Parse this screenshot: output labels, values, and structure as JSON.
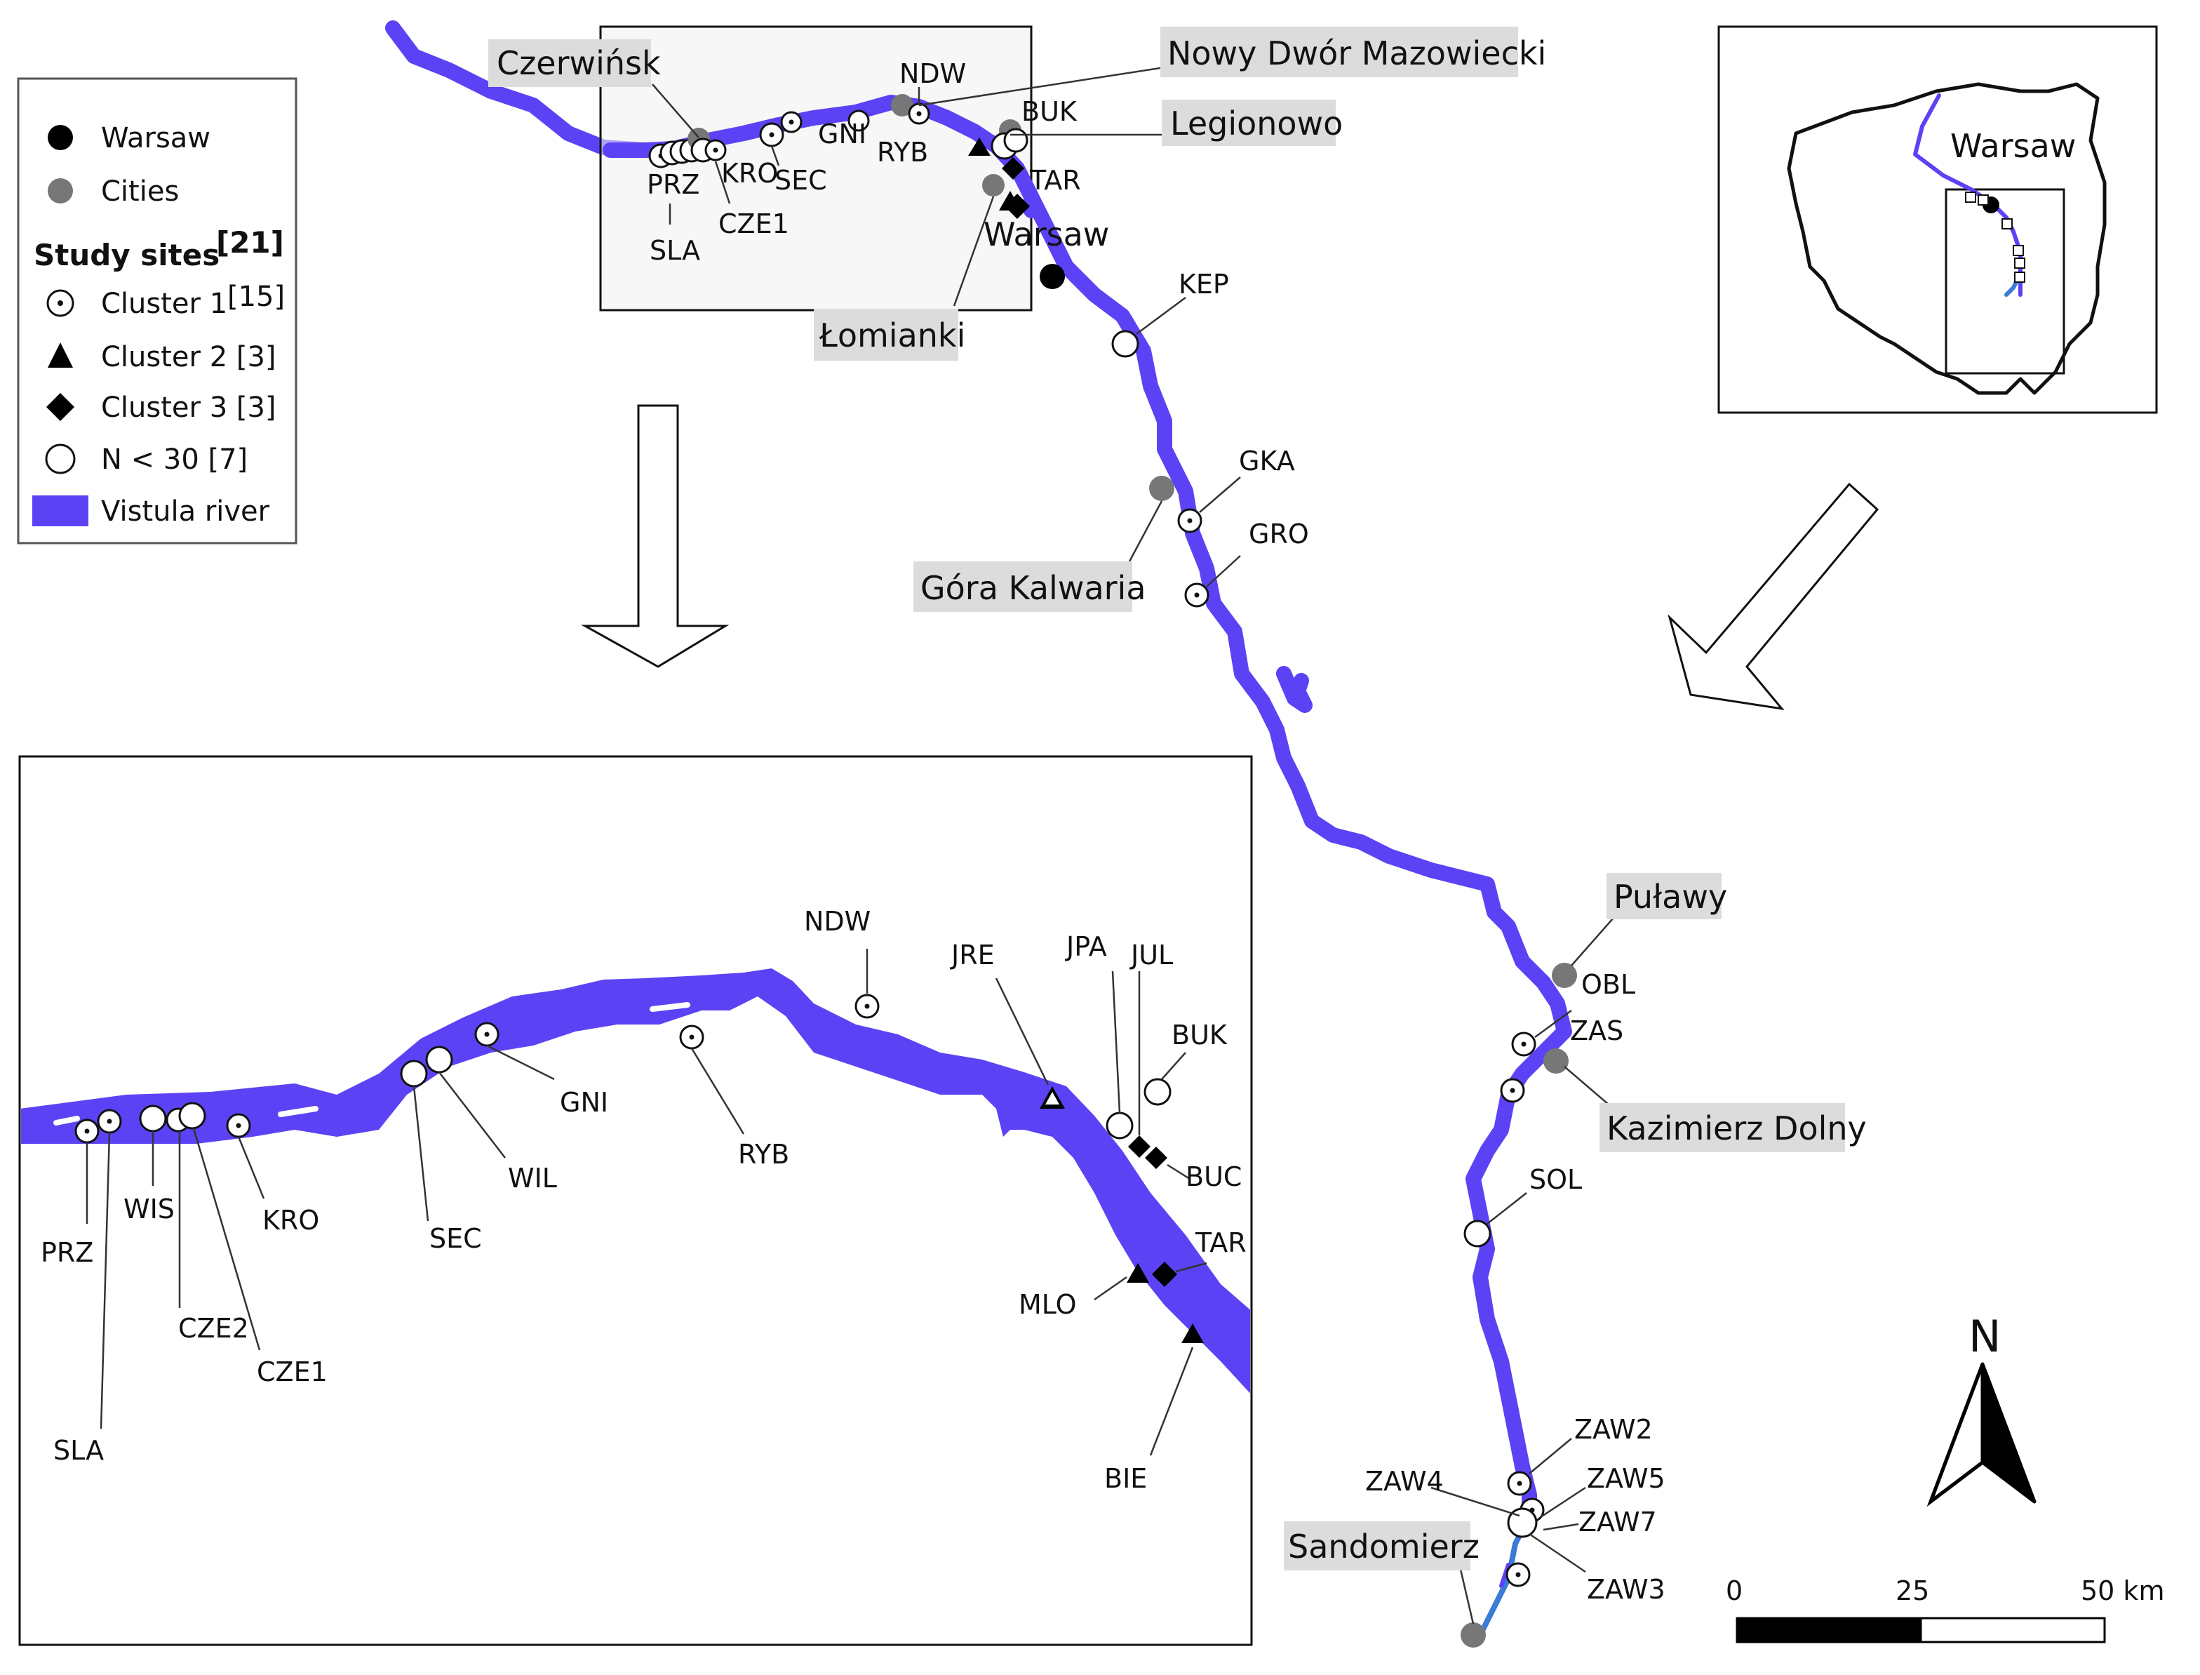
{
  "legend": {
    "warsaw": "Warsaw",
    "cities": "Cities",
    "study_sites": "Study sites",
    "study_sites_ref": "[21]",
    "cluster1": "Cluster 1",
    "cluster1_count": "[15]",
    "cluster2": "Cluster 2 [3]",
    "cluster3": "Cluster 3 [3]",
    "n_lt_30": "N < 30 [7]",
    "river": "Vistula river"
  },
  "colors": {
    "river": "#5b43f5",
    "river_other": "#3a7bd5",
    "city": "#777777",
    "label_bg": "#dcdcdc"
  },
  "cities": {
    "czerwinsk": "Czerwińsk",
    "nowy_dwor": "Nowy Dwór Mazowiecki",
    "legionowo": "Legionowo",
    "warsaw": "Warsaw",
    "lomianki": "Łomianki",
    "gora_kalwaria": "Góra Kalwaria",
    "pulawy": "Puławy",
    "kazimierz": "Kazimierz Dolny",
    "sandomierz": "Sandomierz"
  },
  "sites_main": {
    "ndw": "NDW",
    "buk": "BUK",
    "gni": "GNI",
    "ryb": "RYB",
    "prz": "PRZ",
    "kro": "KRO",
    "sec": "SEC",
    "cze1": "CZE1",
    "sla": "SLA",
    "tar": "TAR",
    "kep": "KEP",
    "gka": "GKA",
    "gro": "GRO",
    "obl": "OBL",
    "zas": "ZAS",
    "sol": "SOL",
    "zaw2": "ZAW2",
    "zaw4": "ZAW4",
    "zaw5": "ZAW5",
    "zaw7": "ZAW7",
    "zaw3": "ZAW3"
  },
  "sites_inset": {
    "ndw": "NDW",
    "jre": "JRE",
    "jpa": "JPA",
    "jul": "JUL",
    "buk": "BUK",
    "gni": "GNI",
    "ryb": "RYB",
    "wis": "WIS",
    "kro": "KRO",
    "wil": "WIL",
    "buc": "BUC",
    "prz": "PRZ",
    "sec": "SEC",
    "tar": "TAR",
    "mlo": "MLO",
    "cze2": "CZE2",
    "cze1": "CZE1",
    "sla": "SLA",
    "bie": "BIE"
  },
  "overview": {
    "warsaw": "Warsaw"
  },
  "north": "N",
  "scalebar": {
    "tick0": "0",
    "tick1": "25",
    "tick2": "50 km"
  }
}
